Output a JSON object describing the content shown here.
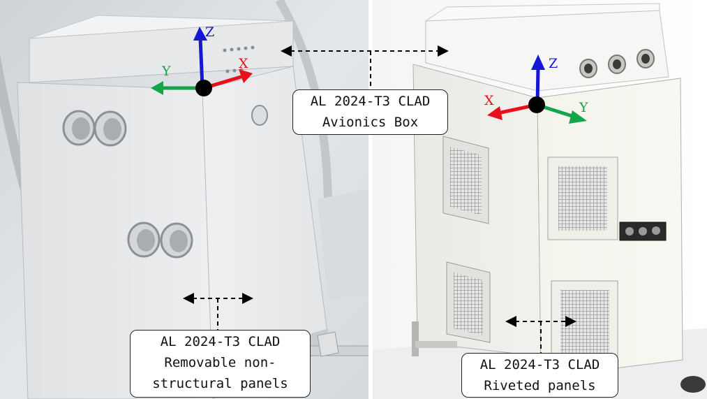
{
  "left_photo": {
    "axes": {
      "x_label": "X",
      "y_label": "Y",
      "z_label": "Z"
    }
  },
  "right_photo": {
    "axes": {
      "x_label": "X",
      "y_label": "Y",
      "z_label": "Z"
    }
  },
  "callouts": {
    "avionics_box": {
      "material": "AL 2024-T3 CLAD",
      "description": "Avionics Box"
    },
    "removable_panels": {
      "material": "AL 2024-T3 CLAD",
      "description_line1": "Removable non-",
      "description_line2": "structural panels"
    },
    "riveted_panels": {
      "material": "AL 2024-T3 CLAD",
      "description": "Riveted panels"
    }
  },
  "colors": {
    "x_axis": "#e8111b",
    "y_axis": "#13a54a",
    "z_axis": "#1616d6",
    "origin": "#000000"
  }
}
